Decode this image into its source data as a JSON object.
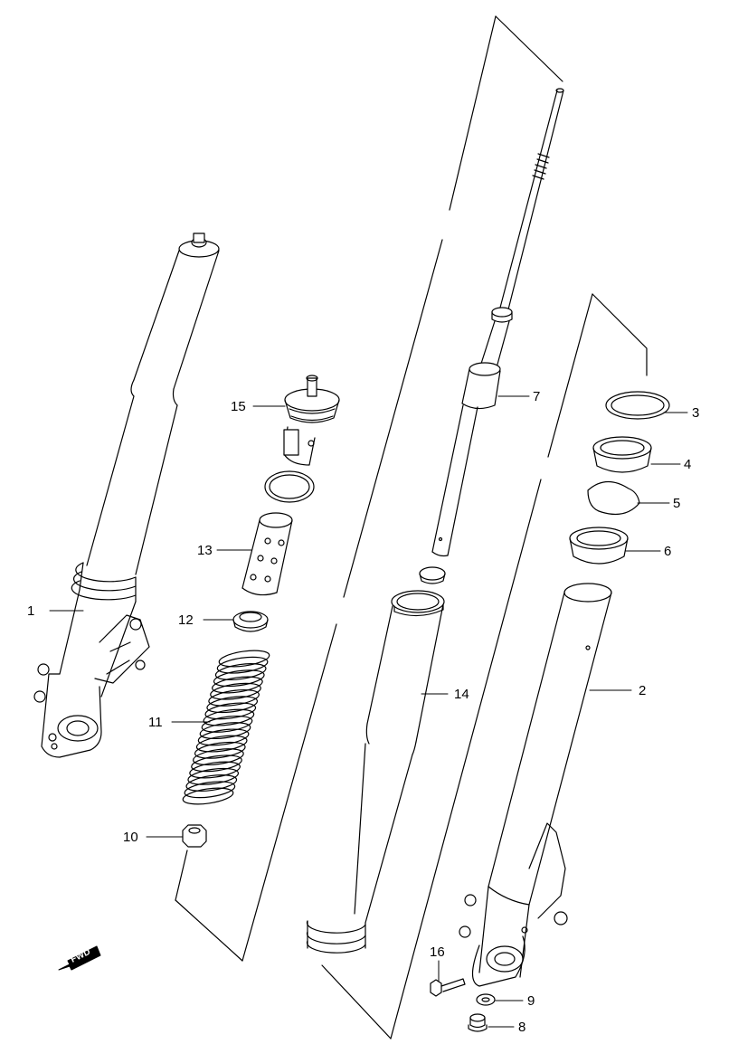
{
  "diagram": {
    "parts": [
      {
        "ref": "1",
        "label": "1"
      },
      {
        "ref": "2",
        "label": "2"
      },
      {
        "ref": "3",
        "label": "3"
      },
      {
        "ref": "4",
        "label": "4"
      },
      {
        "ref": "5",
        "label": "5"
      },
      {
        "ref": "6",
        "label": "6"
      },
      {
        "ref": "7",
        "label": "7"
      },
      {
        "ref": "8",
        "label": "8"
      },
      {
        "ref": "9",
        "label": "9"
      },
      {
        "ref": "10",
        "label": "10"
      },
      {
        "ref": "11",
        "label": "11"
      },
      {
        "ref": "12",
        "label": "12"
      },
      {
        "ref": "13",
        "label": "13"
      },
      {
        "ref": "14",
        "label": "14"
      },
      {
        "ref": "15",
        "label": "15"
      },
      {
        "ref": "16",
        "label": "16"
      }
    ],
    "direction_badge": "FWD"
  }
}
